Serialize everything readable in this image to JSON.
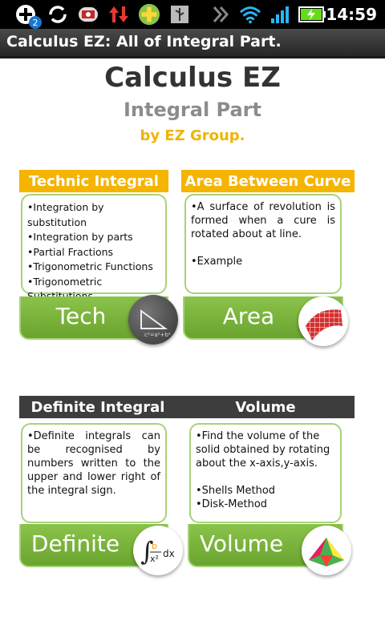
{
  "status_bar": {
    "time": "14:59",
    "badge_count": "2"
  },
  "app_bar": {
    "title": "Calculus EZ: All of Integral Part."
  },
  "header": {
    "title": "Calculus EZ",
    "subtitle": "Integral Part",
    "byline": "by EZ Group."
  },
  "sections": [
    {
      "heading": "Technic Integral",
      "lines": [
        "•Integration by substitution",
        "•Integration by parts",
        "•Partial Fractions",
        "•Trigonometric  Functions",
        "•Trigonometric Substitutions"
      ],
      "button": "Tech",
      "icon": "triangle-icon"
    },
    {
      "heading": "Area Between Curve",
      "lines": [
        "•A surface of revolution is formed when a cure is rotated about at line.",
        "",
        "•Example"
      ],
      "button": "Area",
      "icon": "surface-grid-icon"
    },
    {
      "heading": "Definite Integral",
      "lines": [
        "•Definite integrals can be recognised by numbers written to the upper and lower right of the integral sign."
      ],
      "button": "Definite",
      "icon": "integral-formula-icon",
      "formula": "∫ b/x² dx"
    },
    {
      "heading": "Volume",
      "lines": [
        "•Find the volume of the solid obtained by rotating about the x-axis,y-axis.",
        "",
        "•Shells Method",
        "•Disk-Method"
      ],
      "button": "Volume",
      "icon": "3d-surface-icon"
    }
  ],
  "colors": {
    "heading_orange": "#f5b400",
    "heading_dark": "#3d3d3d",
    "card_green": "#7cb83e"
  }
}
